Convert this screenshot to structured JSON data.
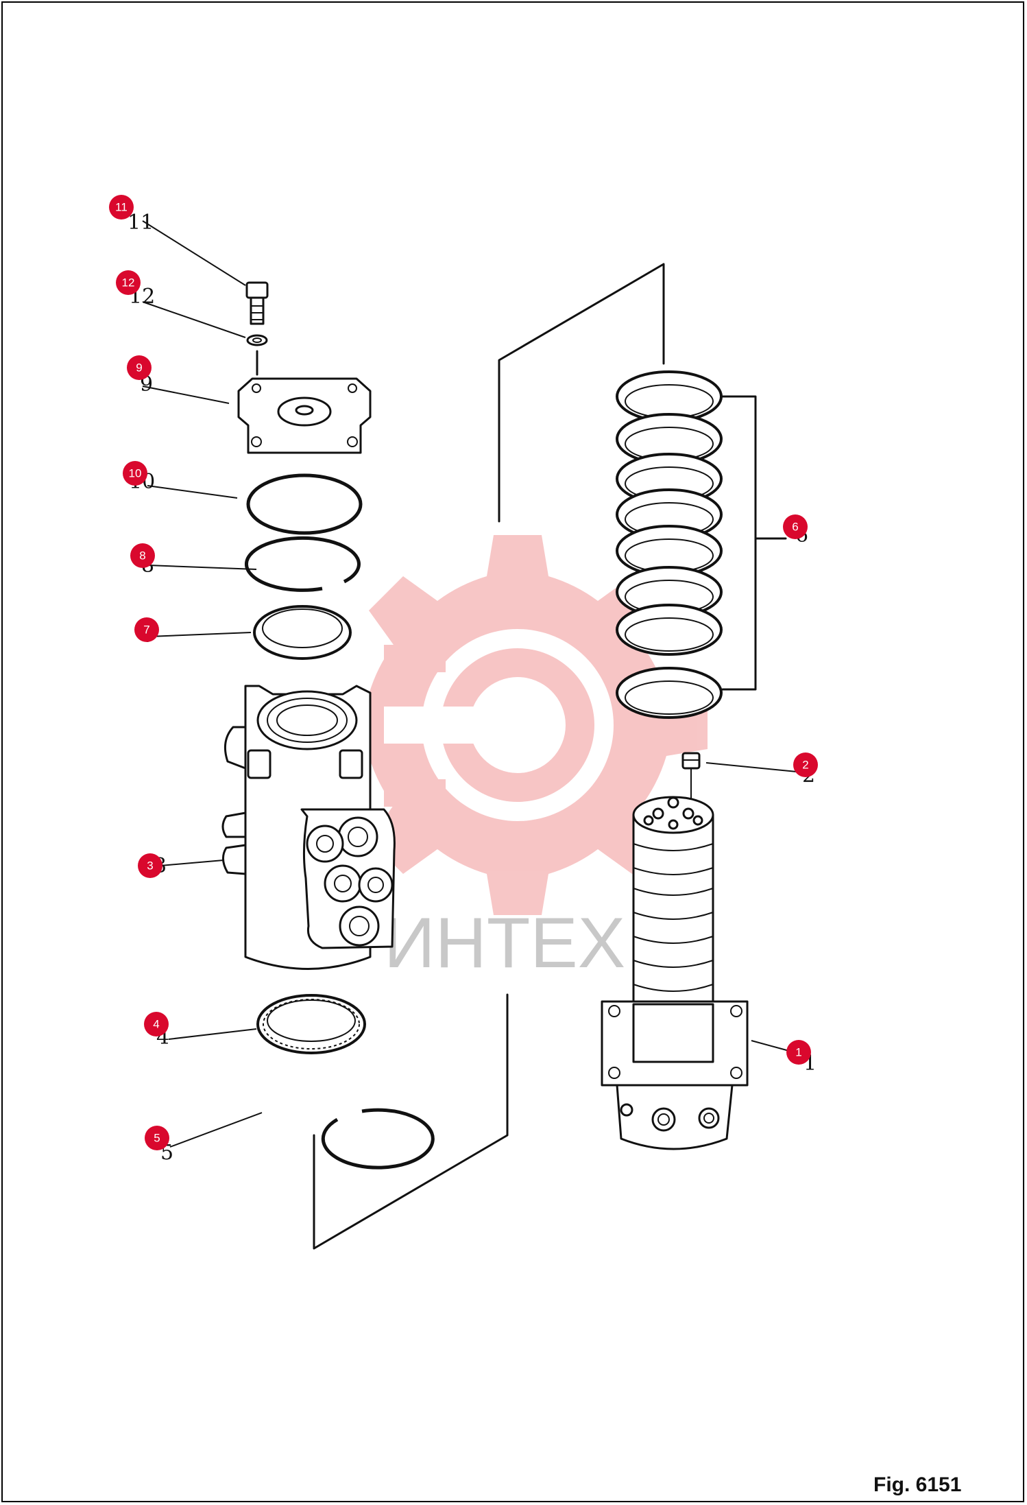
{
  "figure_label": "Fig. 6151",
  "watermark_text": "ИНТЕХ",
  "accent_color": "#d9082d",
  "parts": [
    {
      "no": "1",
      "printed": "1"
    },
    {
      "no": "2",
      "printed": "2"
    },
    {
      "no": "3",
      "printed": "3"
    },
    {
      "no": "4",
      "printed": "4"
    },
    {
      "no": "5",
      "printed": "5"
    },
    {
      "no": "6",
      "printed": "6"
    },
    {
      "no": "7",
      "printed": "7"
    },
    {
      "no": "8",
      "printed": "8"
    },
    {
      "no": "9",
      "printed": "9"
    },
    {
      "no": "10",
      "printed": "10"
    },
    {
      "no": "11",
      "printed": "11"
    },
    {
      "no": "12",
      "printed": "12"
    }
  ]
}
